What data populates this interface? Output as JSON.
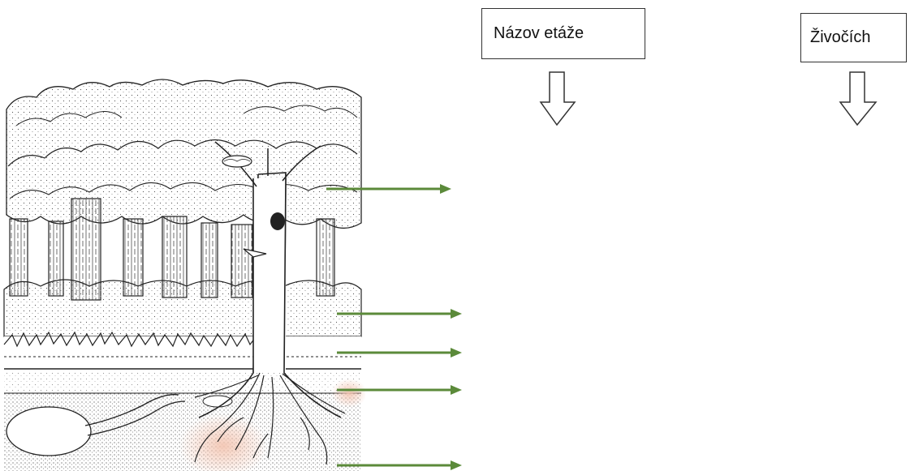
{
  "headers": {
    "layer_name": "Názov etáže",
    "animals": "Živočích"
  },
  "colors": {
    "arrow_green": "#5b8a3a",
    "outline": "#333333",
    "root_tint": "#f3c4b0"
  },
  "icons": [
    "down-arrow-outline-icon",
    "right-arrow-green-icon"
  ],
  "layer_pointer_count": 5
}
